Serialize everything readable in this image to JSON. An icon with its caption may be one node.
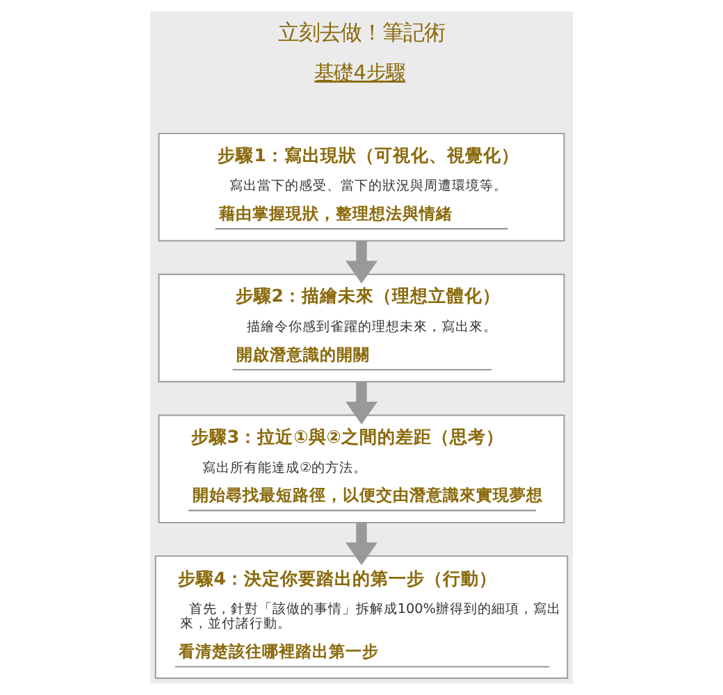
{
  "diagram": {
    "title": "立刻去做！筆記術",
    "nodes": [
      {
        "text": [
          "步驟1：寫出現狀（可視化、視覺化）",
          "寫出當下的感受、當下的狀況與周遭環境等。",
          "藉由掌握現狀，整理想法與情緒"
        ]
      },
      {
        "text": [
          "步驟2：描繪未來（理想立體化）",
          "描繪令你感到雀躍的理想未來，寫出來。",
          "開啟潛意識的開關"
        ]
      },
      {
        "text": [
          "步驟3：拉近①與②之間的差距（思考）",
          "寫出所有能達成②的方法。",
          "開始尋找最短路徑，以便交由潛意識來實現夢想"
        ]
      },
      {
        "text": [
          "步驟4：決定你要踏出的第一步（行動）",
          "首先，針對「該做的事情」拆解成100%辦得到的細項，寫出來，並付諸行動。",
          "看清楚該往哪裡踏出第一步"
        ]
      }
    ],
    "edges": [
      {
        "from": 0,
        "to": 1,
        "arrow": "to"
      },
      {
        "from": 1,
        "to": 2,
        "arrow": "to"
      },
      {
        "from": 2,
        "to": 3,
        "arrow": "to"
      }
    ],
    "labels": [
      "基礎4步驟"
    ]
  }
}
